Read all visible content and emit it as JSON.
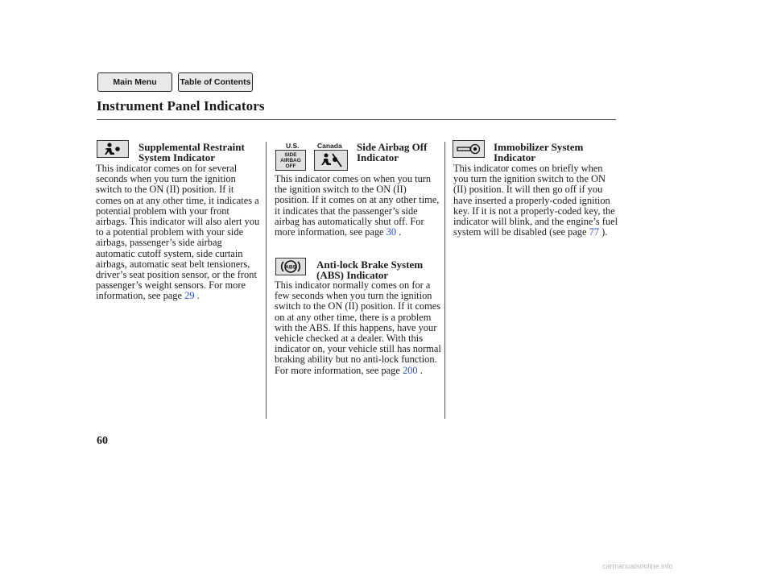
{
  "nav": {
    "main_menu": "Main Menu",
    "table_of_contents": "Table of Contents"
  },
  "page": {
    "title": "Instrument Panel Indicators",
    "number": "60"
  },
  "srs": {
    "heading_line1": "Supplemental Restraint",
    "heading_line2": "System Indicator",
    "body": "This indicator comes on for several seconds when you turn the ignition switch to the ON (II) position. If it comes on at any other time, it indicates a potential problem with your front airbags. This indicator will also alert you to a potential problem with your side airbags, passenger’s side airbag automatic cutoff system, side curtain airbags, automatic seat belt tensioners, driver’s seat position sensor, or the front passenger’s weight sensors. For more information, see page",
    "page_ref": "29",
    "end": ".",
    "icon": "airbag-person-icon"
  },
  "side_airbag": {
    "label_us": "U.S.",
    "label_canada": "Canada",
    "icon_us_text": [
      "SIDE",
      "AIRBAG",
      "OFF"
    ],
    "icon_canada": "passenger-airbag-off-icon",
    "heading_line1": "Side Airbag Off",
    "heading_line2": "Indicator",
    "body": "This indicator comes on when you turn the ignition switch to the ON (II) position. If it comes on at any other time, it indicates that the passenger’s side airbag has automatically shut off. For more information, see page",
    "page_ref": "30",
    "end": "."
  },
  "abs": {
    "heading_line1": "Anti-lock Brake System",
    "heading_line2": "(ABS) Indicator",
    "icon_text": "ABS",
    "body": "This indicator normally comes on for a few seconds when you turn the ignition switch to the ON (II) position. If it comes on at any other time, there is a problem with the ABS. If this happens, have your vehicle checked at a dealer. With this indicator on, your vehicle still has normal braking ability but no anti-lock function. For more information, see page",
    "page_ref": "200",
    "end": "."
  },
  "immobilizer": {
    "heading_line1": "Immobilizer System",
    "heading_line2": "Indicator",
    "icon": "key-immobilizer-icon",
    "body": "This indicator comes on briefly when you turn the ignition switch to the ON (II) position. It will then go off if you have inserted a properly-coded ignition key. If it is not a properly-coded key, the indicator will blink, and the engine’s fuel system will be disabled (see page",
    "page_ref": "77",
    "end": ")."
  },
  "watermark": "carmanualsonline.info"
}
